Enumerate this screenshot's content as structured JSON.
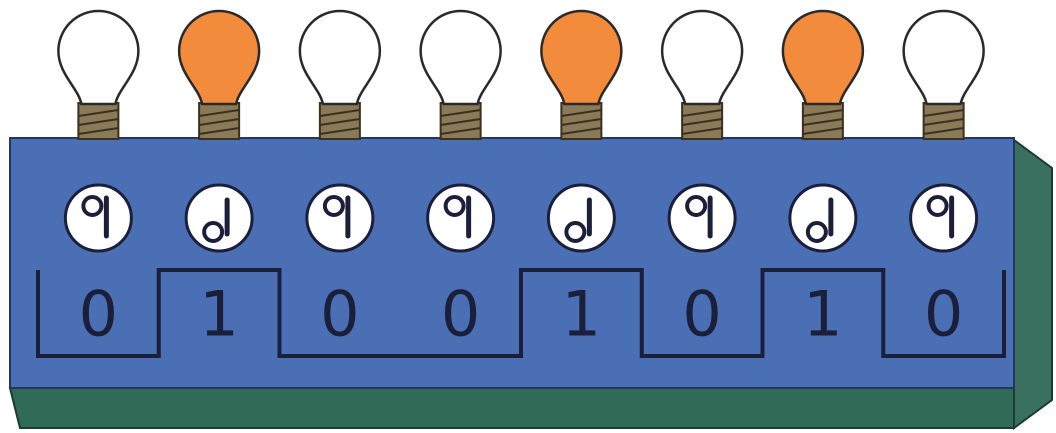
{
  "colors": {
    "bulb_on": "#f28c3c",
    "bulb_off": "#ffffff",
    "panel_front": "#4a6fb5",
    "panel_side": "#3a7060",
    "panel_bottom": "#2f6b57",
    "bulb_base": "#8a7a58",
    "waveform": "#1c1f3a"
  },
  "bits": [
    {
      "value": "0",
      "bulb": "off",
      "switch": "up"
    },
    {
      "value": "1",
      "bulb": "on",
      "switch": "down"
    },
    {
      "value": "0",
      "bulb": "off",
      "switch": "up"
    },
    {
      "value": "0",
      "bulb": "off",
      "switch": "up"
    },
    {
      "value": "1",
      "bulb": "on",
      "switch": "down"
    },
    {
      "value": "0",
      "bulb": "off",
      "switch": "up"
    },
    {
      "value": "1",
      "bulb": "on",
      "switch": "down"
    },
    {
      "value": "0",
      "bulb": "off",
      "switch": "up"
    }
  ]
}
